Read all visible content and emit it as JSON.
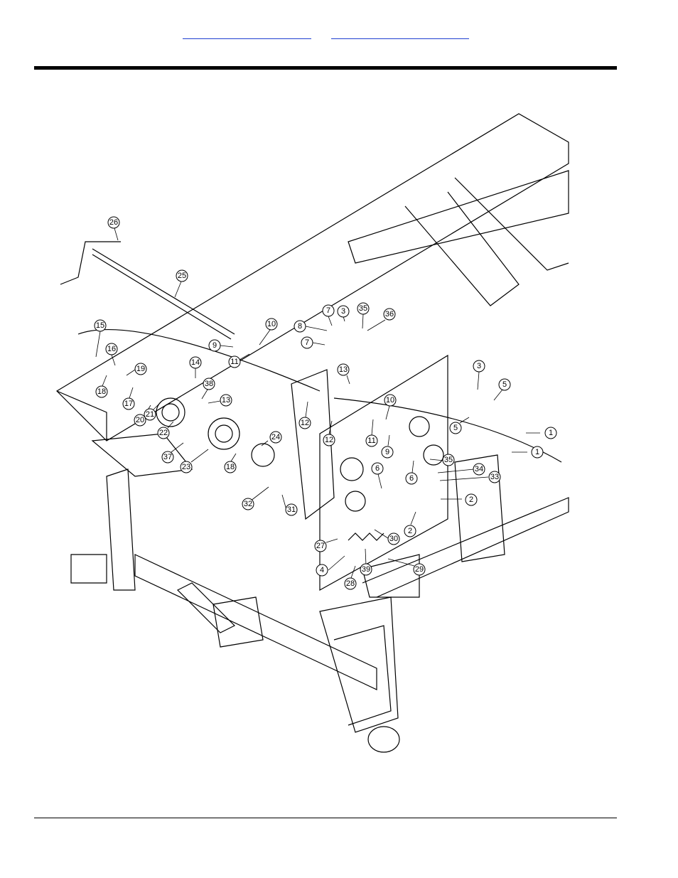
{
  "header": {
    "link_1": "",
    "link_2": ""
  },
  "callouts": [
    "1",
    "1",
    "2",
    "2",
    "3",
    "3",
    "4",
    "5",
    "5",
    "6",
    "6",
    "7",
    "7",
    "8",
    "9",
    "9",
    "10",
    "10",
    "11",
    "11",
    "12",
    "12",
    "13",
    "13",
    "14",
    "15",
    "16",
    "17",
    "18",
    "18",
    "19",
    "20",
    "21",
    "22",
    "23",
    "24",
    "25",
    "26",
    "27",
    "28",
    "29",
    "30",
    "31",
    "32",
    "33",
    "34",
    "35",
    "35",
    "36",
    "37",
    "38",
    "39"
  ]
}
